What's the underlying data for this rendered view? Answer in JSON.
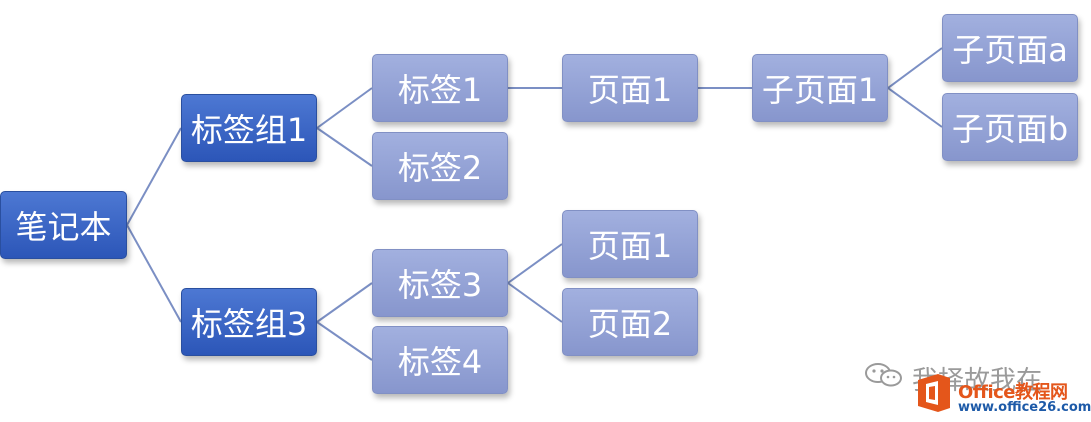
{
  "nodes": {
    "root": "笔记本",
    "group1": "标签组1",
    "group3": "标签组3",
    "tag1": "标签1",
    "tag2": "标签2",
    "tag3": "标签3",
    "tag4": "标签4",
    "page1_top": "页面1",
    "subpage1": "子页面1",
    "subpage_a": "子页面a",
    "subpage_b": "子页面b",
    "page1_bottom": "页面1",
    "page2_bottom": "页面2"
  },
  "watermark": {
    "wechat_text": "我择故我在",
    "brand": "Office教程网",
    "url": "www.office26.com"
  },
  "colors": {
    "dark_node": "#3a65c6",
    "light_node": "#94a3d6",
    "connector": "#7b8fc4",
    "brand_orange": "#e4561b"
  }
}
